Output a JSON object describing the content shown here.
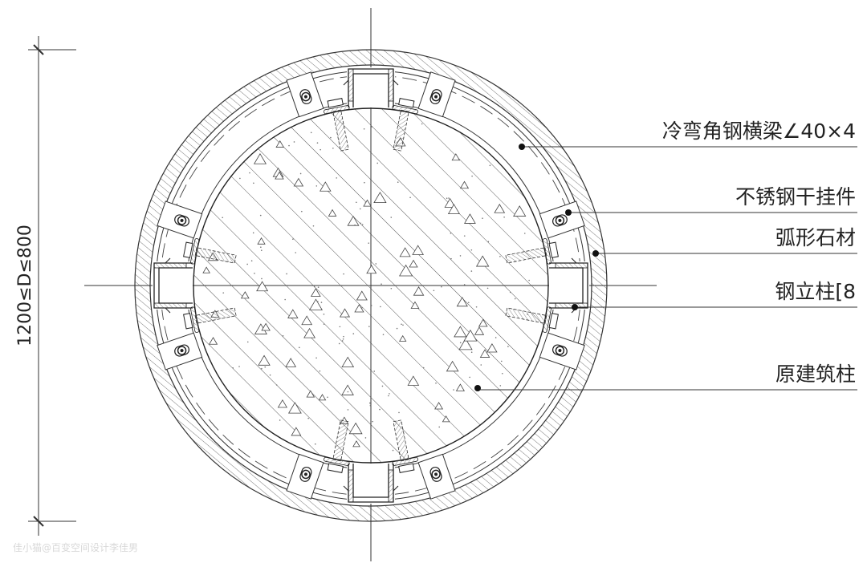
{
  "drawing": {
    "dimension_text": "1200≤D≤800",
    "labels": [
      {
        "id": "angle-beam",
        "text": "冷弯角钢横梁∠40×4"
      },
      {
        "id": "dry-hanger",
        "text": "不锈钢干挂件"
      },
      {
        "id": "arc-stone",
        "text": "弧形石材"
      },
      {
        "id": "steel-column",
        "text": "钢立柱[8"
      },
      {
        "id": "existing-column",
        "text": "原建筑柱"
      }
    ],
    "watermark": "佳小猫@百变空间设计李佳男",
    "line_color": "#333333"
  }
}
